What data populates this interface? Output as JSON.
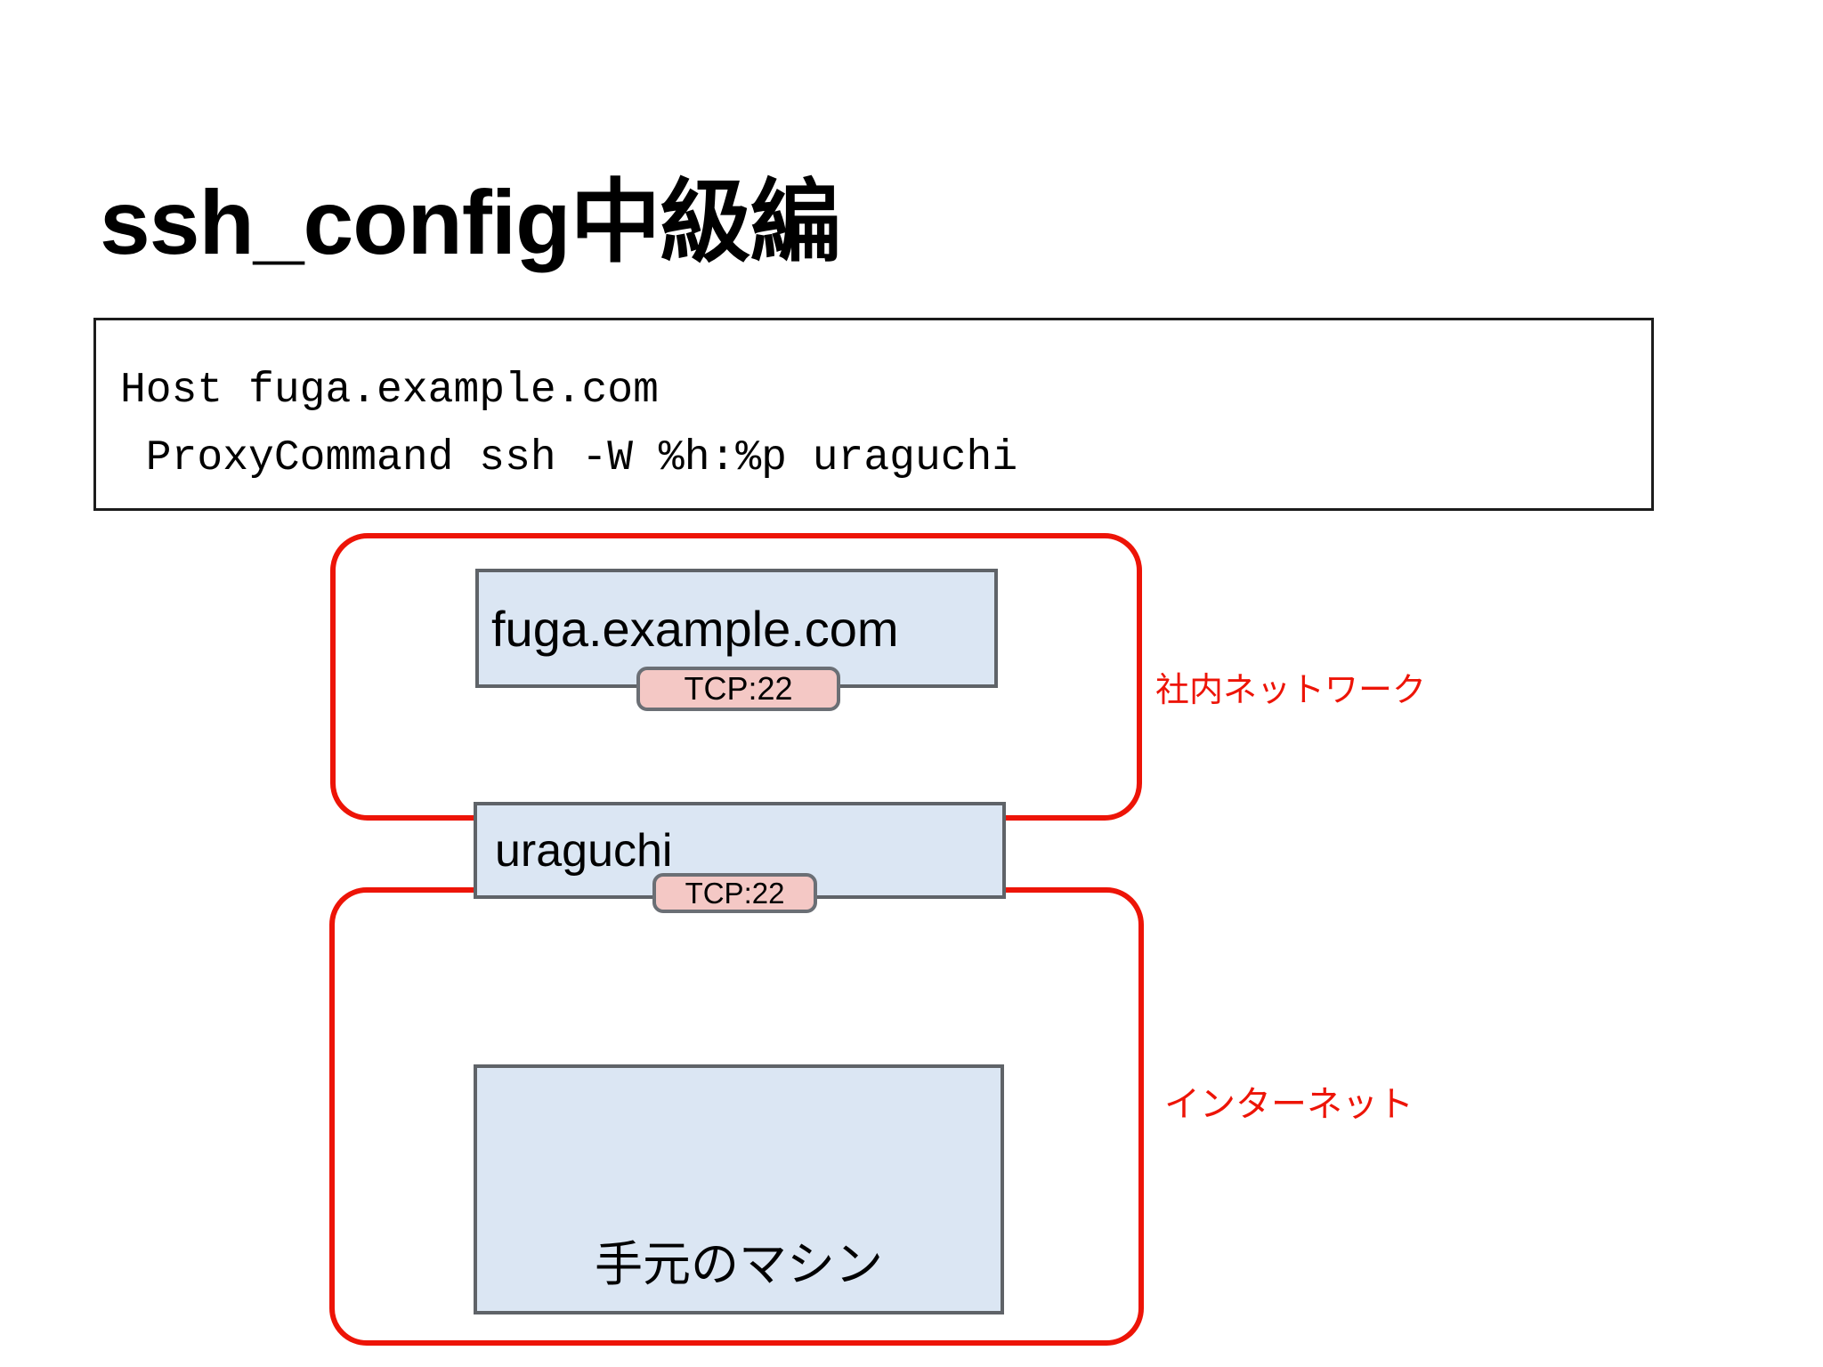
{
  "title": "ssh_config中級編",
  "code_box": {
    "line1": "Host fuga.example.com",
    "line2": " ProxyCommand ssh -W %h:%p uraguchi"
  },
  "diagram": {
    "internal_network": {
      "label": "社内ネットワーク",
      "host": "fuga.example.com",
      "port_badge": "TCP:22"
    },
    "gateway": {
      "host": "uraguchi",
      "port_badge": "TCP:22"
    },
    "internet": {
      "label": "インターネット",
      "machine": "手元のマシン"
    }
  },
  "colors": {
    "red": "#ed1407",
    "box_fill": "#dbe6f3",
    "box_border": "#5f6368",
    "badge_fill": "#f4c8c5",
    "badge_border": "#6b6f75",
    "code_border": "#1c1c1c",
    "text": "#000000"
  }
}
